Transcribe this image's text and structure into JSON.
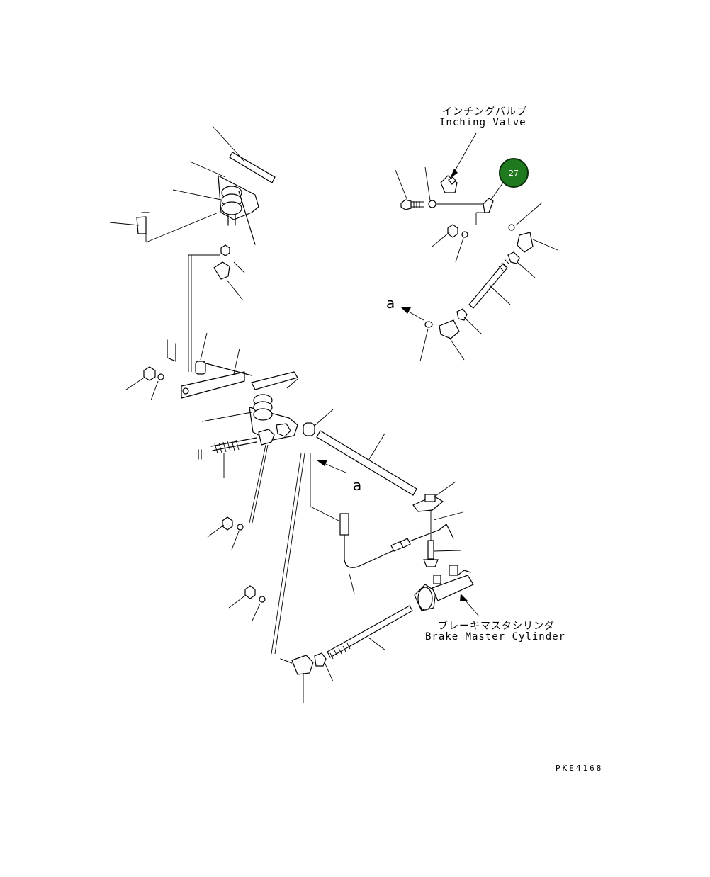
{
  "labels": {
    "inching_valve_jp": "インチングバルブ",
    "inching_valve_en": "Inching Valve",
    "brake_master_jp": "ブレーキマスタシリンダ",
    "brake_master_en": "Brake Master Cylinder",
    "ref_a_top": "a",
    "ref_a_bottom": "a",
    "drawing_code": "PKE4168"
  },
  "callout": {
    "number": "27",
    "color": "#1f7a1f"
  }
}
